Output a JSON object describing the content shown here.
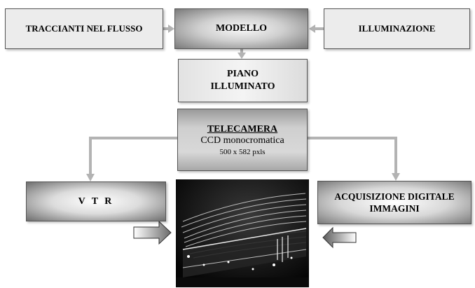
{
  "boxes": {
    "traccianti": "TRACCIANTI NEL FLUSSO",
    "modello": "MODELLO",
    "illuminazione": "ILLUMINAZIONE",
    "piano_line1": "PIANO",
    "piano_line2": "ILLUMINATO",
    "telecamera_title": "TELECAMERA",
    "telecamera_sub": "CCD monocromatica",
    "telecamera_res": "500 x 582 pxls",
    "vtr": "V T R",
    "acquisizione_line1": "ACQUISIZIONE DIGITALE",
    "acquisizione_line2": "IMMAGINI"
  },
  "colors": {
    "arrow": "#b3b3b3",
    "box_fill_light": "#ececec",
    "border": "#555555"
  }
}
